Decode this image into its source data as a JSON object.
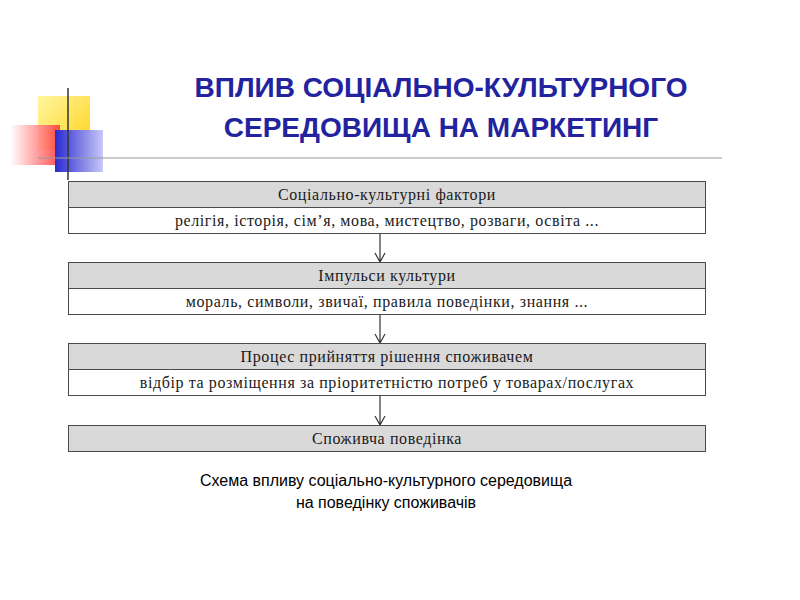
{
  "diagram": {
    "title": "ВПЛИВ СОЦІАЛЬНО-КУЛЬТУРНОГО СЕРЕДОВИЩА НА МАРКЕТИНГ",
    "caption": "Схема впливу соціально-культурного середовища на поведінку споживачів",
    "nodes": [
      {
        "text": [
          "Соціально-культурні фактори",
          "релігія, історія, сім’я, мова, мистецтво, розваги, освіта ..."
        ]
      },
      {
        "text": [
          "Імпульси культури",
          "мораль, символи, звичаї, правила поведінки, знання ..."
        ]
      },
      {
        "text": [
          "Процес прийняття рішення споживачем",
          "відбір та розміщення за пріоритетністю потреб у товарах/послугах"
        ]
      },
      {
        "text": [
          "Споживча поведінка"
        ]
      }
    ],
    "edges": [
      {
        "from": 0,
        "to": 1,
        "arrow": "to"
      },
      {
        "from": 1,
        "to": 2,
        "arrow": "to"
      },
      {
        "from": 2,
        "to": 3,
        "arrow": "to"
      }
    ]
  }
}
